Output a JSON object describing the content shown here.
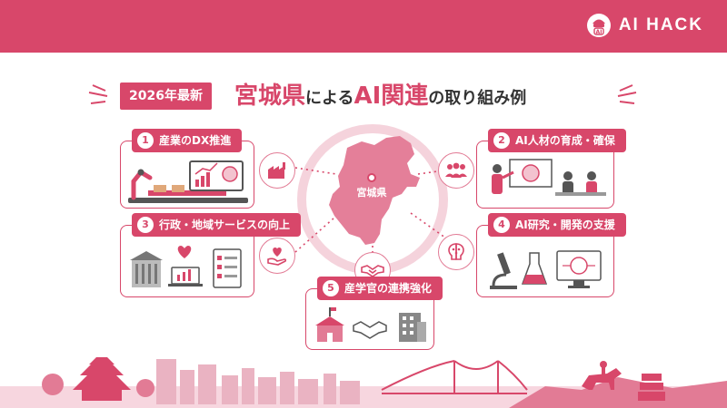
{
  "header": {
    "brand": "AI HACK",
    "logo_icon_text": "AI"
  },
  "title": {
    "badge": "2026年最新",
    "prefecture": "宮城県",
    "part1": "による",
    "ai": "AI",
    "kanren": "関連",
    "part2": "の取り組み例"
  },
  "map": {
    "label": "宮城県"
  },
  "cards": [
    {
      "number": "1",
      "label": "産業のDX推進"
    },
    {
      "number": "2",
      "label": "AI人材の育成・確保"
    },
    {
      "number": "3",
      "label": "行政・地域サービスの向上"
    },
    {
      "number": "4",
      "label": "AI研究・開発の支援"
    },
    {
      "number": "5",
      "label": "産学官の連携強化"
    }
  ],
  "colors": {
    "accent": "#d8476a",
    "accent_light": "#f3c3cf",
    "accent_mid": "#e27b95",
    "text": "#333333"
  },
  "icons": [
    "factory-icon",
    "people-icon",
    "heart-hand-icon",
    "brain-circuit-icon",
    "handshake-icon"
  ]
}
